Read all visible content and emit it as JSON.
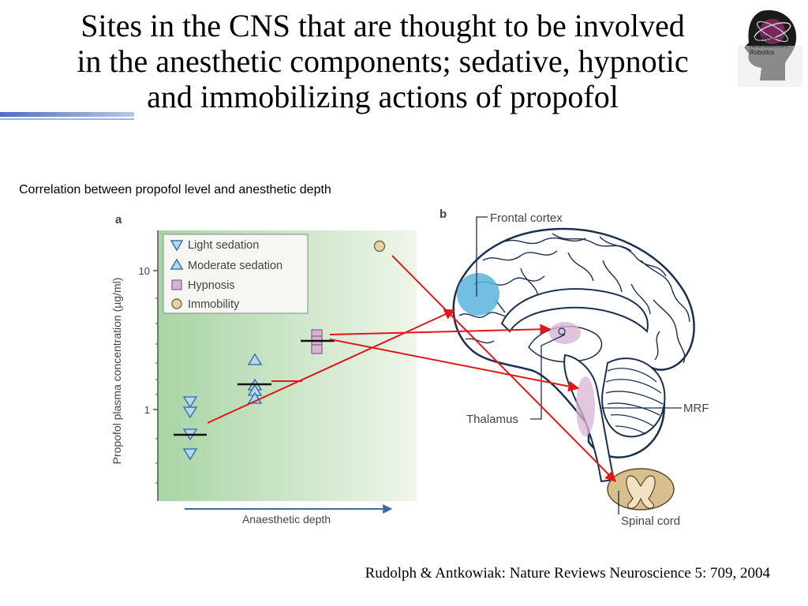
{
  "slide": {
    "title_lines": [
      "Sites in the CNS that are thought to be involved",
      "in the anesthetic components; sedative, hypnotic",
      "and immobilizing actions of propofol"
    ],
    "subtitle": "Correlation between propofol level and anesthetic depth",
    "citation": "Rudolph & Antkowiak: Nature Reviews Neuroscience 5: 709, 2004"
  },
  "logo": {
    "lines": [
      "Cognitive",
      "Neuroscience",
      "Robotics"
    ],
    "icon": "brain-head-logo-icon"
  },
  "panel_a": {
    "label": "a",
    "ylabel": "Propofol plasma concentration (µg/ml)",
    "xlabel": "Anaesthetic depth",
    "yticks": [
      "10",
      "1"
    ],
    "legend": [
      {
        "label": "Light sedation",
        "marker": "triangle-down"
      },
      {
        "label": "Moderate sedation",
        "marker": "triangle-up"
      },
      {
        "label": "Hypnosis",
        "marker": "square"
      },
      {
        "label": "Immobility",
        "marker": "circle"
      }
    ]
  },
  "panel_b": {
    "label": "b",
    "labels": {
      "frontal_cortex": "Frontal cortex",
      "thalamus": "Thalamus",
      "mrf": "MRF",
      "spinal_cord": "Spinal cord"
    }
  },
  "colors": {
    "arrow": "#e01818",
    "accent": "#4a72b8",
    "frontal": "#5ab4de",
    "highlight": "#d8b4d4",
    "marker_fill": "#b8d8ec",
    "spinal": "#d8bf8e"
  }
}
